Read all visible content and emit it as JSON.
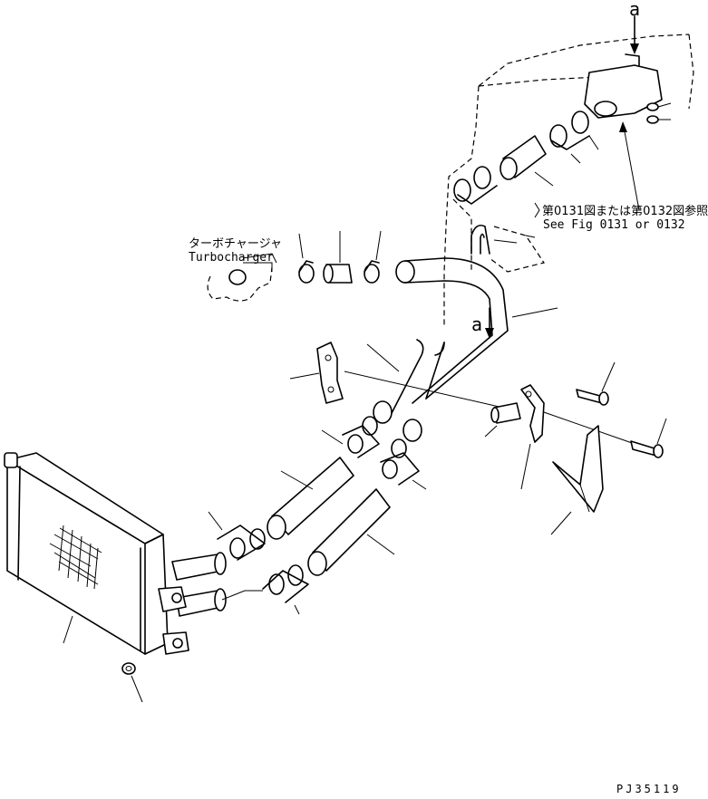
{
  "labels": {
    "ref_jp": "第0131図または第0132図参照",
    "ref_en": "See Fig 0131 or 0132",
    "turbo_jp": "ターボチャージャ",
    "turbo_en": "Turbocharger",
    "view_mark_top": "a",
    "view_mark_mid": "a",
    "drawing_code": "PJ35119"
  },
  "colors": {
    "line": "#000000",
    "background": "#ffffff"
  }
}
